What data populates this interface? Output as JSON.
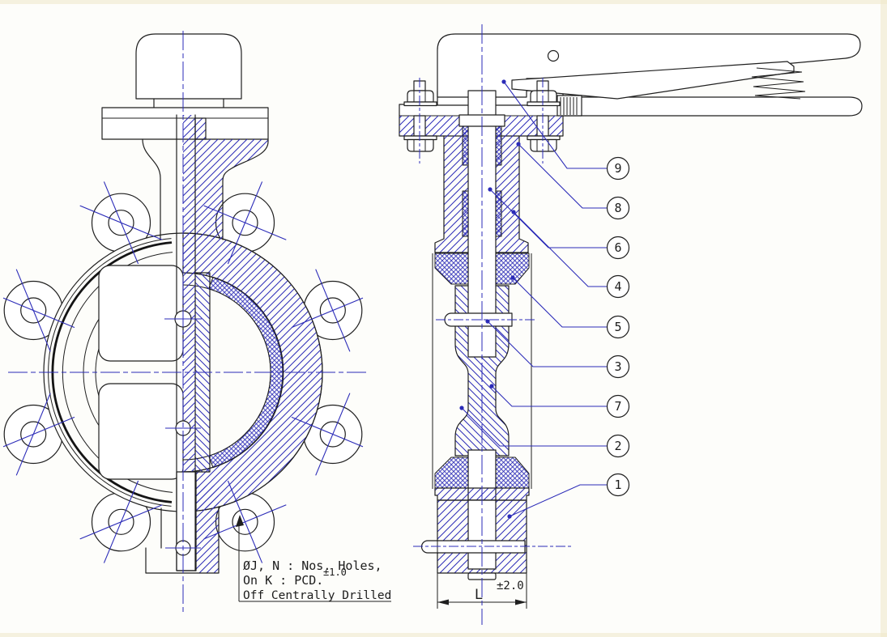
{
  "colors": {
    "line": "#1f1f1f",
    "hatch_blue": "#2b2bb8",
    "paper": "#fdfdfa",
    "edge_tint": "#efe7c8"
  },
  "balloons": [
    "9",
    "8",
    "6",
    "4",
    "5",
    "3",
    "7",
    "2",
    "1"
  ],
  "note": {
    "line1": "ØJ, N : Nos. Holes,",
    "line2": "On K : PCD.",
    "line2_sup": "±1.0",
    "line3": "Off Centrally Drilled"
  },
  "dimension": {
    "label": "L",
    "tolerance": "±2.0"
  }
}
